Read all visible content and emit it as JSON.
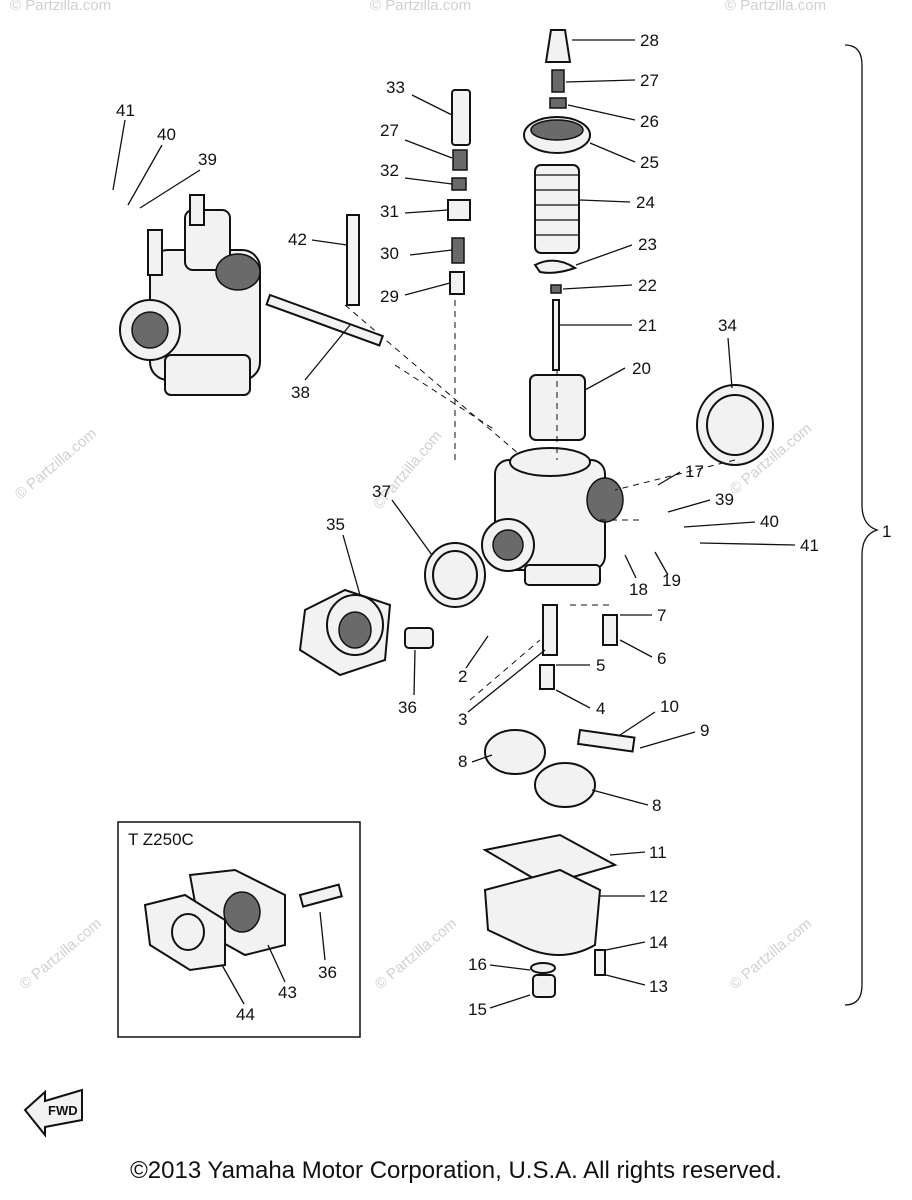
{
  "diagram": {
    "watermark": "© Partzilla.com",
    "center_watermark": "©Partzilla.com",
    "inset_title": "T Z250C",
    "fwd_label": "FWD",
    "assembly_label": "1",
    "labels": {
      "l1": "28",
      "l2": "27",
      "l3": "26",
      "l4": "25",
      "l5": "24",
      "l6": "23",
      "l7": "22",
      "l8": "21",
      "l9": "20",
      "l10": "33",
      "l11": "27",
      "l12": "32",
      "l13": "31",
      "l14": "30",
      "l15": "29",
      "l16": "42",
      "l17": "41",
      "l18": "40",
      "l19": "39",
      "l20": "38",
      "l21": "34",
      "l22": "17",
      "l23": "39",
      "l24": "40",
      "l25": "41",
      "l26": "18",
      "l27": "19",
      "l28": "35",
      "l29": "37",
      "l30": "36",
      "l31": "2",
      "l32": "3",
      "l33": "7",
      "l34": "6",
      "l35": "5",
      "l36": "4",
      "l37": "10",
      "l38": "9",
      "l39": "8",
      "l40": "8",
      "l41": "11",
      "l42": "12",
      "l43": "14",
      "l44": "13",
      "l45": "16",
      "l46": "15",
      "l47": "36",
      "l48": "43",
      "l49": "44"
    }
  },
  "footer": {
    "copyright": "©2013 Yamaha Motor Corporation, U.S.A. All rights reserved."
  }
}
